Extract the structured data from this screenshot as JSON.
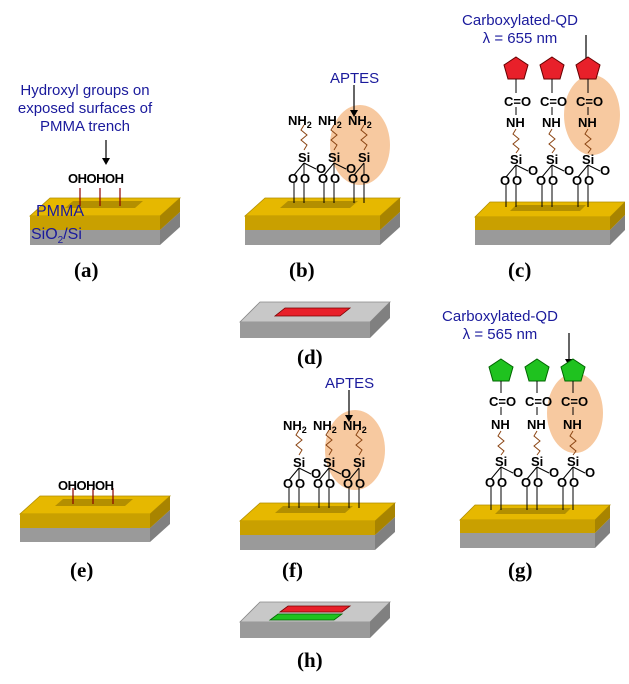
{
  "panel_a": {
    "label": "(a)",
    "annotation": "Hydroxyl groups on exposed surfaces of PMMA trench",
    "groups": [
      "OH",
      "OH",
      "OH"
    ],
    "layer_top": "PMMA",
    "layer_bottom": "SiO2/Si"
  },
  "panel_b": {
    "label": "(b)",
    "annotation": "APTES"
  },
  "panel_c": {
    "label": "(c)",
    "annotation_line1": "Carboxylated-QD",
    "annotation_line2": "λ = 655 nm"
  },
  "panel_d": {
    "label": "(d)"
  },
  "panel_e": {
    "label": "(e)",
    "groups": [
      "OH",
      "OH",
      "OH"
    ]
  },
  "panel_f": {
    "label": "(f)",
    "annotation": "APTES"
  },
  "panel_g": {
    "label": "(g)",
    "annotation_line1": "Carboxylated-QD",
    "annotation_line2": "λ = 565 nm"
  },
  "panel_h": {
    "label": "(h)"
  },
  "chem": {
    "amine": "NH",
    "amine_sub": "2",
    "silicon": "Si",
    "oxygen": "O",
    "carbonyl": "C=O",
    "amide": "NH"
  },
  "colors": {
    "pmma_top": "#e6b800",
    "pmma_side": "#b38f00",
    "substrate_side": "#9a9a9a",
    "substrate_top": "#c8c8c8",
    "qd_red": "#e8202a",
    "qd_green": "#1fc21f",
    "highlight": "#f7c9a0",
    "annotation": "#1a1a9c"
  }
}
